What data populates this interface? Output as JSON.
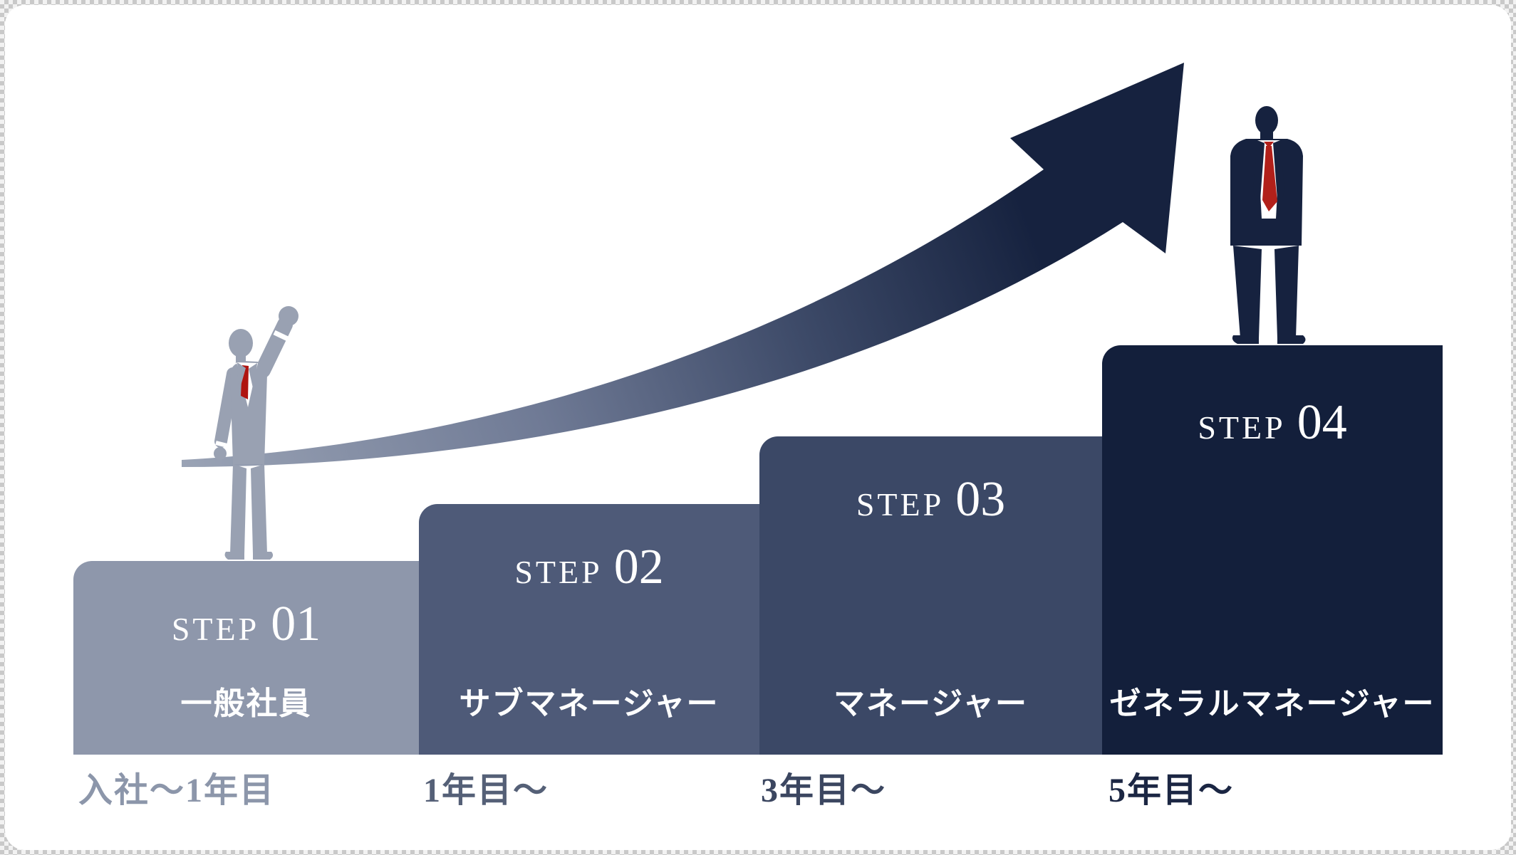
{
  "diagram": {
    "type": "career-step-infographic",
    "steps": [
      {
        "step_word": "STEP",
        "step_number": "01",
        "role": "一般社員",
        "period": "入社〜1年目",
        "block_color": "#8e97ab",
        "period_color": "#8c96aa"
      },
      {
        "step_word": "STEP",
        "step_number": "02",
        "role": "サブマネージャー",
        "period": "1年目〜",
        "block_color": "#4e5a78",
        "period_color": "#556077"
      },
      {
        "step_word": "STEP",
        "step_number": "03",
        "role": "マネージャー",
        "period": "3年目〜",
        "block_color": "#3b4866",
        "period_color": "#3b4660"
      },
      {
        "step_word": "STEP",
        "step_number": "04",
        "role": "ゼネラルマネージャー",
        "period": "5年目〜",
        "block_color": "#131f3b",
        "period_color": "#1b2643"
      }
    ],
    "arrow": {
      "name": "rising-growth-arrow",
      "gradient_start": "#9aa3b5",
      "gradient_mid": "#5f6b88",
      "gradient_end": "#16223f"
    },
    "figures": {
      "left": {
        "name": "businessman-raising-fist",
        "suit_color": "#99a1b2",
        "shirt_color": "#ffffff",
        "tie_color": "#af1410"
      },
      "right": {
        "name": "businessman-standing",
        "suit_color": "#16223f",
        "shirt_color": "#ffffff",
        "tie_color": "#b2201a"
      }
    },
    "text_color_on_blocks": "#ffffff"
  }
}
